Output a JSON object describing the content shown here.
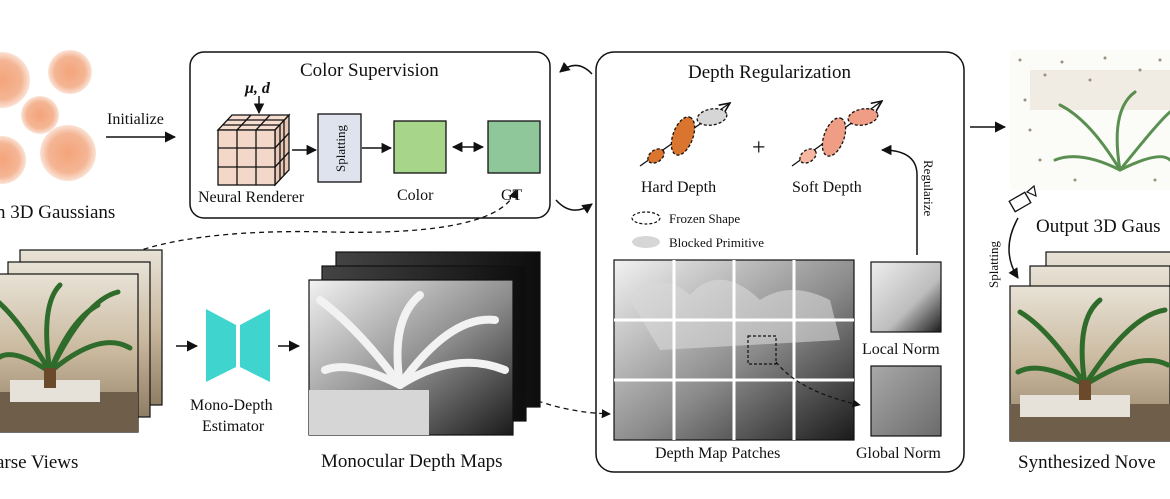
{
  "labels": {
    "gaussians": "n 3D Gaussians",
    "initialize": "Initialize",
    "color_supervision": "Color Supervision",
    "params": "μ, d",
    "neural_renderer": "Neural Renderer",
    "splatting": "Splatting",
    "color": "Color",
    "gt": "GT",
    "depth_regularization": "Depth Regularization",
    "hard_depth": "Hard Depth",
    "plus": "+",
    "soft_depth": "Soft Depth",
    "regularize": "Regularize",
    "frozen_shape": "Frozen Shape",
    "blocked_primitive": "Blocked Primitive",
    "local_norm": "Local Norm",
    "global_norm": "Global Norm",
    "depth_map_patches": "Depth Map Patches",
    "sparse_views": "arse Views",
    "mono_depth": "Mono-Depth",
    "estimator": "Estimator",
    "monocular_depth_maps": "Monocular Depth Maps",
    "output_3d": "Output 3D Gaus",
    "splatting_right": "Splatting",
    "synthesized": "Synthesized Nove"
  },
  "colors": {
    "gaussian_orange": "#f2a57e",
    "color_box": "#a7d58a",
    "gt_box": "#8fc79a",
    "estimator_teal": "#40d4cf",
    "hard_depth_orange": "#d9752f",
    "soft_depth_salmon": "#f0a58a",
    "blocked_gray": "#d6d6d6",
    "splat_box": "#dfe3ee"
  },
  "icons": [
    "cube-grid-icon",
    "camera-icon",
    "hourglass-network-icon"
  ]
}
